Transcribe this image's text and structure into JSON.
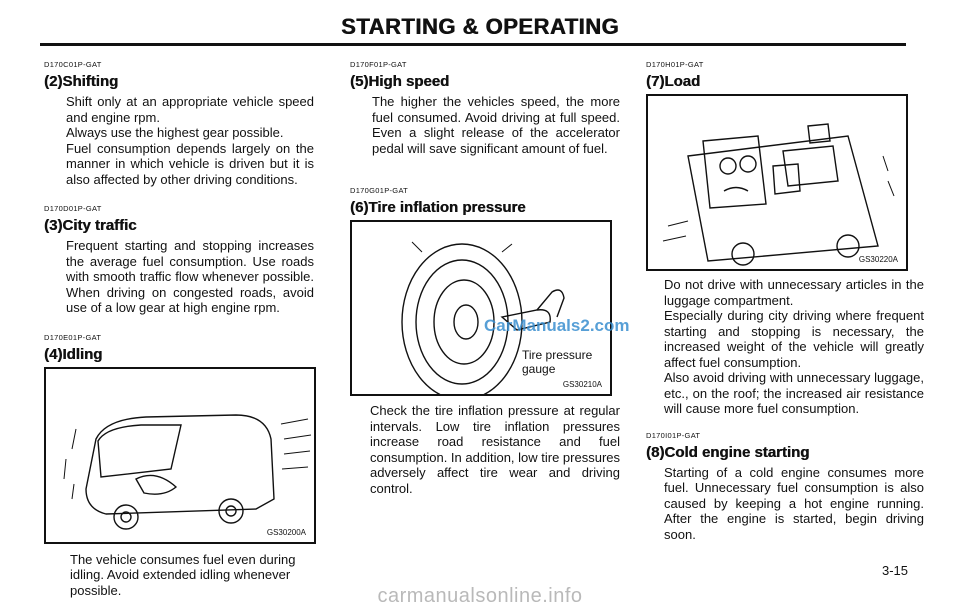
{
  "header": {
    "title": "STARTING & OPERATING"
  },
  "col1": {
    "s2": {
      "code": "D170C01P-GAT",
      "title": "(2)Shifting",
      "paras": [
        "Shift only at an appropriate vehicle speed and engine rpm.",
        "Always use the highest gear possible.",
        "Fuel consumption depends largely on the manner in which vehicle is driven but it is also affected by other driving conditions."
      ]
    },
    "s3": {
      "code": "D170D01P-GAT",
      "title": "(3)City traffic",
      "paras": [
        "Frequent starting and stopping increases the average fuel consumption. Use roads with smooth traffic flow whenever possible. When driving on congested roads, avoid use of a low gear at high engine rpm."
      ]
    },
    "s4": {
      "code": "D170E01P-GAT",
      "title": "(4)Idling",
      "figure_label": "GS30200A",
      "paras": [
        "The vehicle consumes fuel even during idling. Avoid extended idling whenever possible."
      ]
    }
  },
  "col2": {
    "s5": {
      "code": "D170F01P-GAT",
      "title": "(5)High speed",
      "paras": [
        "The higher the vehicles speed, the more fuel consumed. Avoid driving at full speed. Even a slight release of the accelerator pedal will save significant amount of fuel."
      ]
    },
    "s6": {
      "code": "D170G01P-GAT",
      "title": "(6)Tire inflation pressure",
      "figure_label": "GS30210A",
      "callout": "Tire pressure gauge",
      "watermark": "CarManuals2.com",
      "paras": [
        "Check the tire inflation pressure at regular intervals. Low tire inflation pressures increase road resistance and fuel consumption. In addition, low tire pressures adversely affect tire wear and driving control."
      ]
    }
  },
  "col3": {
    "s7": {
      "code": "D170H01P-GAT",
      "title": "(7)Load",
      "figure_label": "GS30220A",
      "paras": [
        "Do not drive with unnecessary articles in the luggage compartment.",
        "Especially during city driving where frequent starting and stopping is necessary, the increased weight of the vehicle will greatly affect fuel consumption.",
        "Also avoid driving with unnecessary luggage, etc., on the roof; the increased air resistance will cause more fuel consumption."
      ]
    },
    "s8": {
      "code": "D170I01P-GAT",
      "title": "(8)Cold engine starting",
      "paras": [
        "Starting of a cold engine consumes more fuel. Unnecessary fuel consumption is also caused by keeping a hot engine running. After the engine is started, begin driving soon."
      ]
    }
  },
  "page_number": "3-15",
  "footer": {
    "watermark": "carmanualsonline.info"
  }
}
